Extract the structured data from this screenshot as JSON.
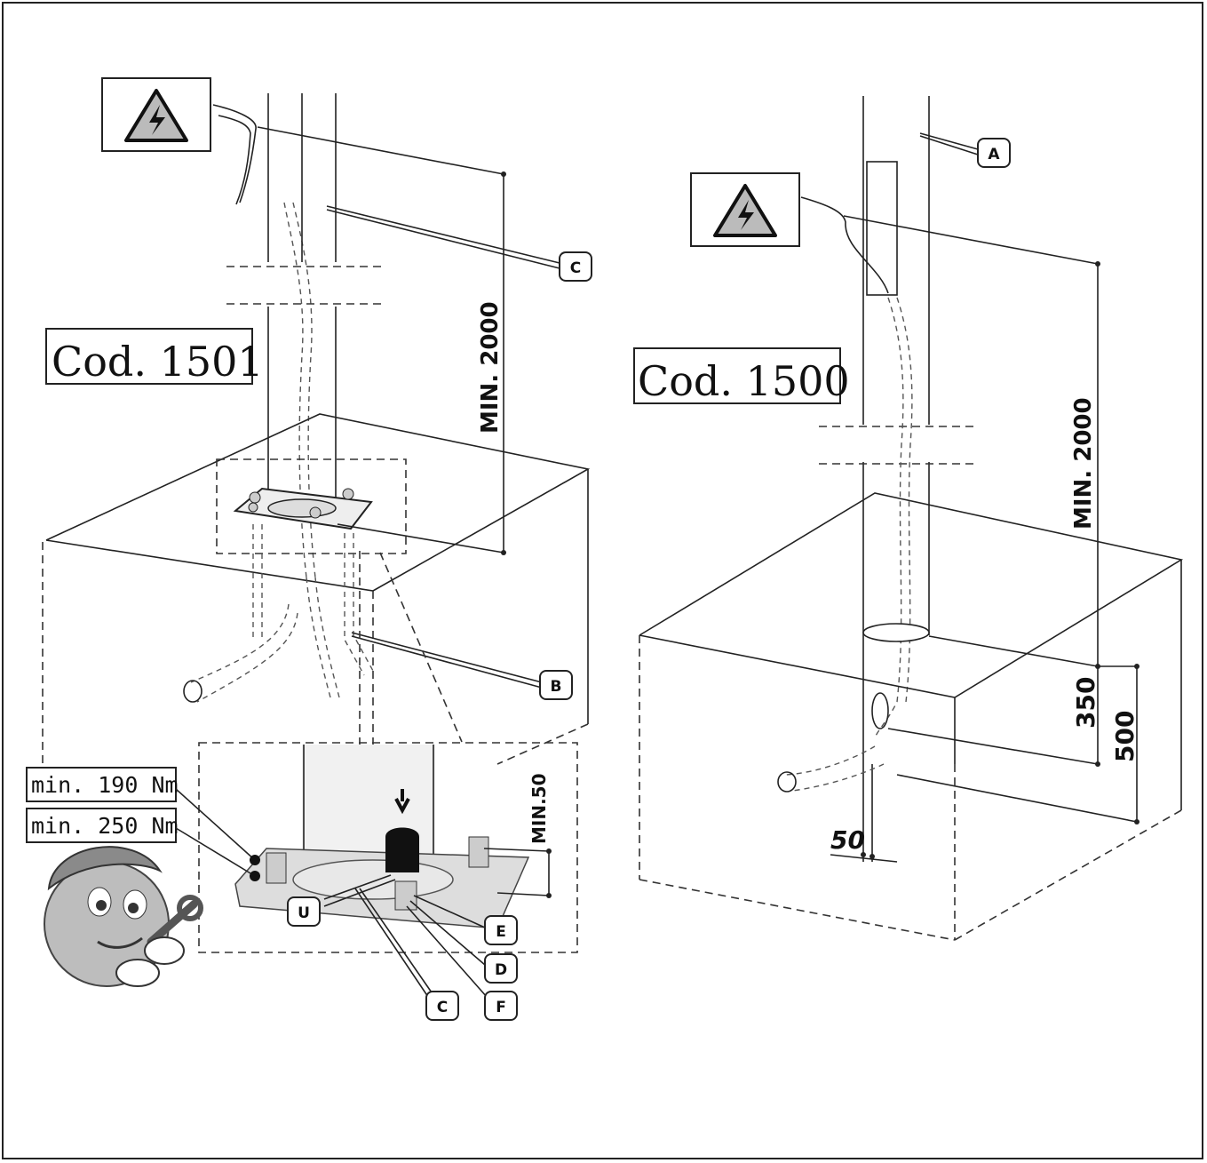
{
  "diagram": {
    "left": {
      "code_label": "Cod. 1501",
      "dimension_height": "MIN. 2000",
      "detail_dimension": "MIN.50",
      "torque_1": "min. 190 Nm",
      "torque_2": "min. 250 Nm",
      "callouts": {
        "c_top": "C",
        "b": "B",
        "u": "U",
        "e": "E",
        "d": "D",
        "c_bottom": "C",
        "f": "F"
      },
      "icon": "high-voltage-warning-icon"
    },
    "right": {
      "code_label": "Cod. 1500",
      "dimension_height": "MIN. 2000",
      "dim_350": "350",
      "dim_500": "500",
      "dim_50": "50",
      "callouts": {
        "a": "A"
      },
      "icon": "high-voltage-warning-icon"
    }
  }
}
